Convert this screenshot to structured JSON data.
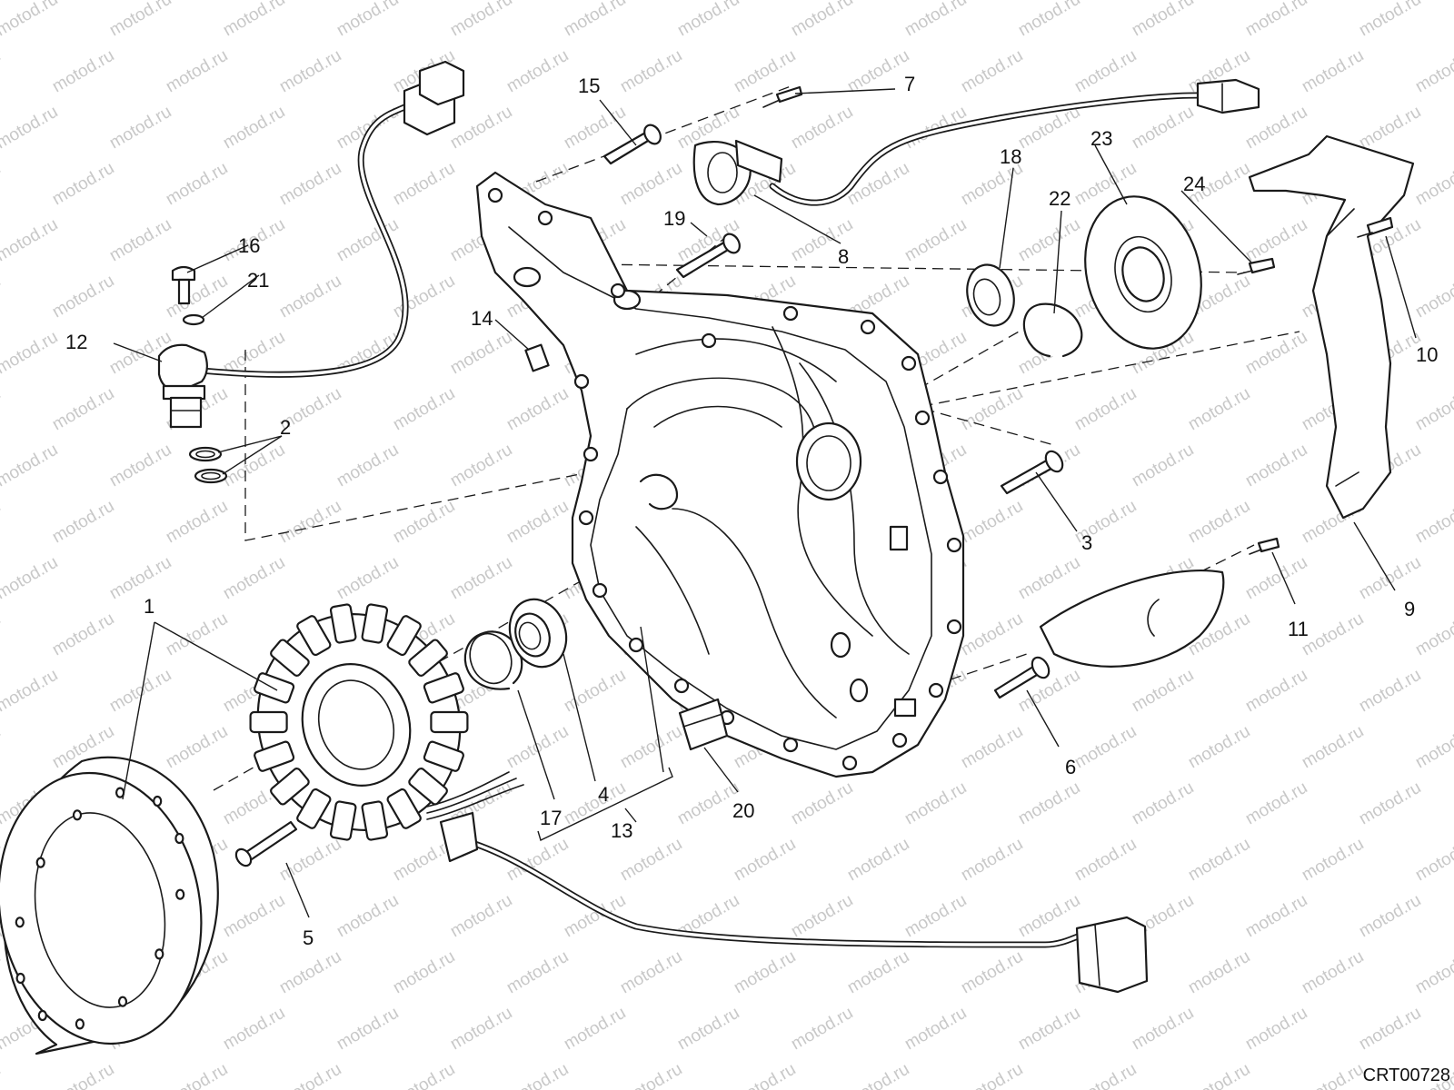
{
  "watermark": {
    "text": "motod.ru"
  },
  "drawing_code": "CRT00728",
  "callouts": [
    {
      "id": "1",
      "text": "1"
    },
    {
      "id": "2",
      "text": "2"
    },
    {
      "id": "3",
      "text": "3"
    },
    {
      "id": "4",
      "text": "4"
    },
    {
      "id": "5",
      "text": "5"
    },
    {
      "id": "6",
      "text": "6"
    },
    {
      "id": "7",
      "text": "7"
    },
    {
      "id": "8",
      "text": "8"
    },
    {
      "id": "9",
      "text": "9"
    },
    {
      "id": "10",
      "text": "10"
    },
    {
      "id": "11",
      "text": "11"
    },
    {
      "id": "12",
      "text": "12"
    },
    {
      "id": "13",
      "text": "13"
    },
    {
      "id": "14",
      "text": "14"
    },
    {
      "id": "15",
      "text": "15"
    },
    {
      "id": "16",
      "text": "16"
    },
    {
      "id": "17",
      "text": "17"
    },
    {
      "id": "18",
      "text": "18"
    },
    {
      "id": "19",
      "text": "19"
    },
    {
      "id": "20",
      "text": "20"
    },
    {
      "id": "21",
      "text": "21"
    },
    {
      "id": "22",
      "text": "22"
    },
    {
      "id": "23",
      "text": "23"
    },
    {
      "id": "24",
      "text": "24"
    }
  ]
}
